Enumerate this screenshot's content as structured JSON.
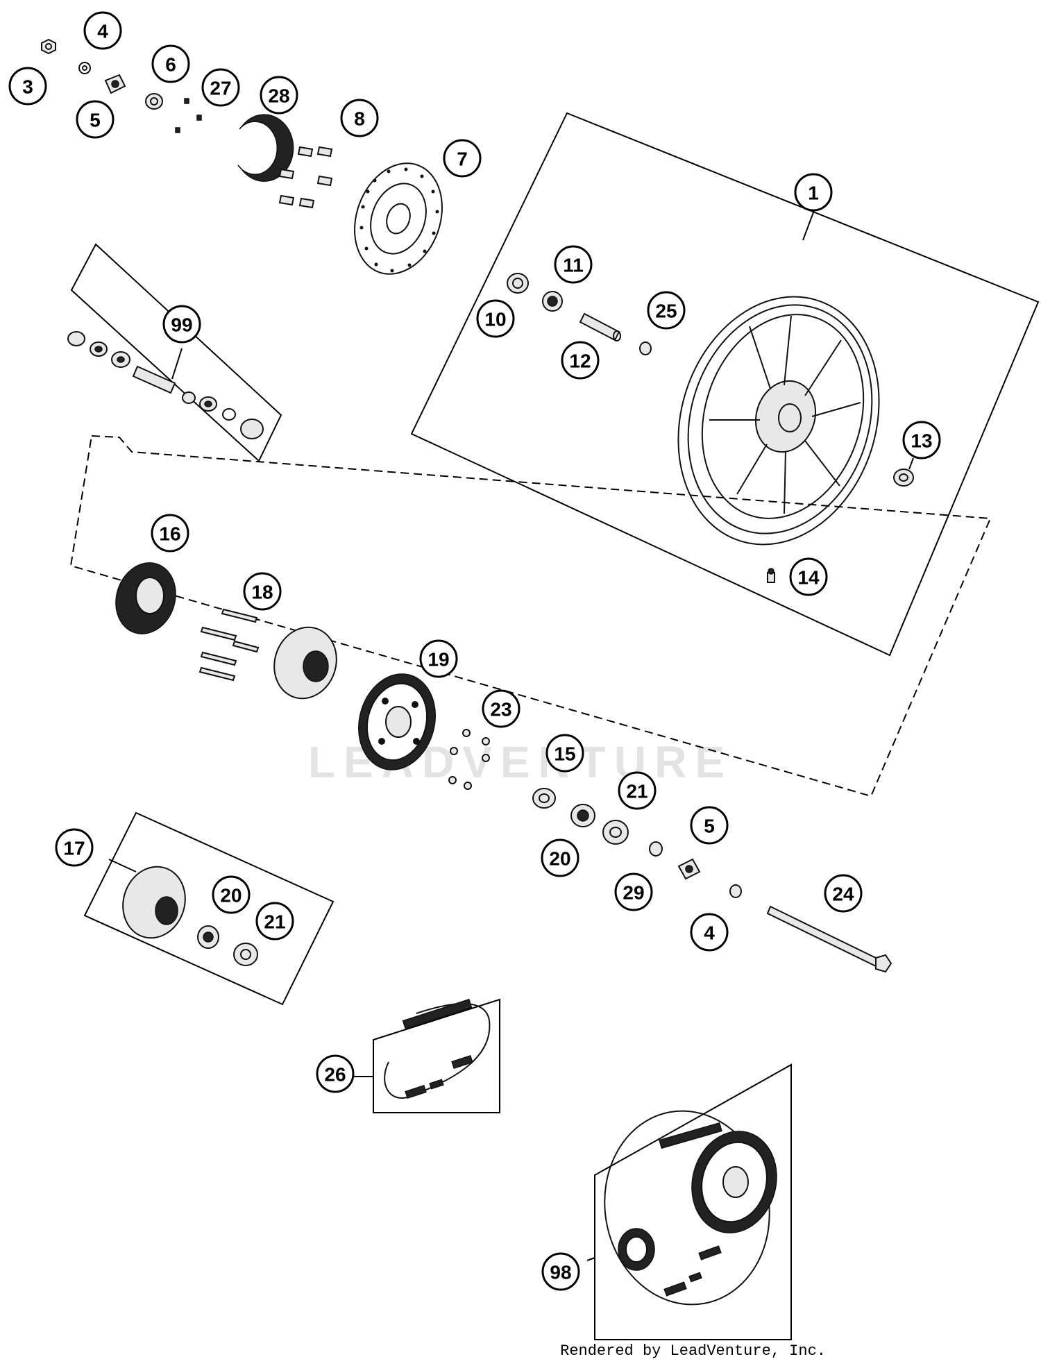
{
  "diagram": {
    "watermark": "LEADVENTURE",
    "credit": "Rendered by LeadVenture, Inc.",
    "callouts": [
      {
        "label": "1",
        "name": "callout-1"
      },
      {
        "label": "3",
        "name": "callout-3"
      },
      {
        "label": "4",
        "name": "callout-4-top"
      },
      {
        "label": "5",
        "name": "callout-5-top"
      },
      {
        "label": "6",
        "name": "callout-6"
      },
      {
        "label": "27",
        "name": "callout-27"
      },
      {
        "label": "28",
        "name": "callout-28"
      },
      {
        "label": "8",
        "name": "callout-8"
      },
      {
        "label": "7",
        "name": "callout-7"
      },
      {
        "label": "11",
        "name": "callout-11"
      },
      {
        "label": "10",
        "name": "callout-10"
      },
      {
        "label": "25",
        "name": "callout-25"
      },
      {
        "label": "12",
        "name": "callout-12"
      },
      {
        "label": "13",
        "name": "callout-13"
      },
      {
        "label": "14",
        "name": "callout-14"
      },
      {
        "label": "99",
        "name": "callout-99"
      },
      {
        "label": "16",
        "name": "callout-16"
      },
      {
        "label": "18",
        "name": "callout-18"
      },
      {
        "label": "19",
        "name": "callout-19"
      },
      {
        "label": "23",
        "name": "callout-23"
      },
      {
        "label": "15",
        "name": "callout-15"
      },
      {
        "label": "21",
        "name": "callout-21-mid"
      },
      {
        "label": "5",
        "name": "callout-5-mid"
      },
      {
        "label": "20",
        "name": "callout-20-mid"
      },
      {
        "label": "29",
        "name": "callout-29"
      },
      {
        "label": "24",
        "name": "callout-24"
      },
      {
        "label": "4",
        "name": "callout-4-mid"
      },
      {
        "label": "17",
        "name": "callout-17"
      },
      {
        "label": "20",
        "name": "callout-20-left"
      },
      {
        "label": "21",
        "name": "callout-21-left"
      },
      {
        "label": "26",
        "name": "callout-26"
      },
      {
        "label": "98",
        "name": "callout-98"
      }
    ]
  }
}
